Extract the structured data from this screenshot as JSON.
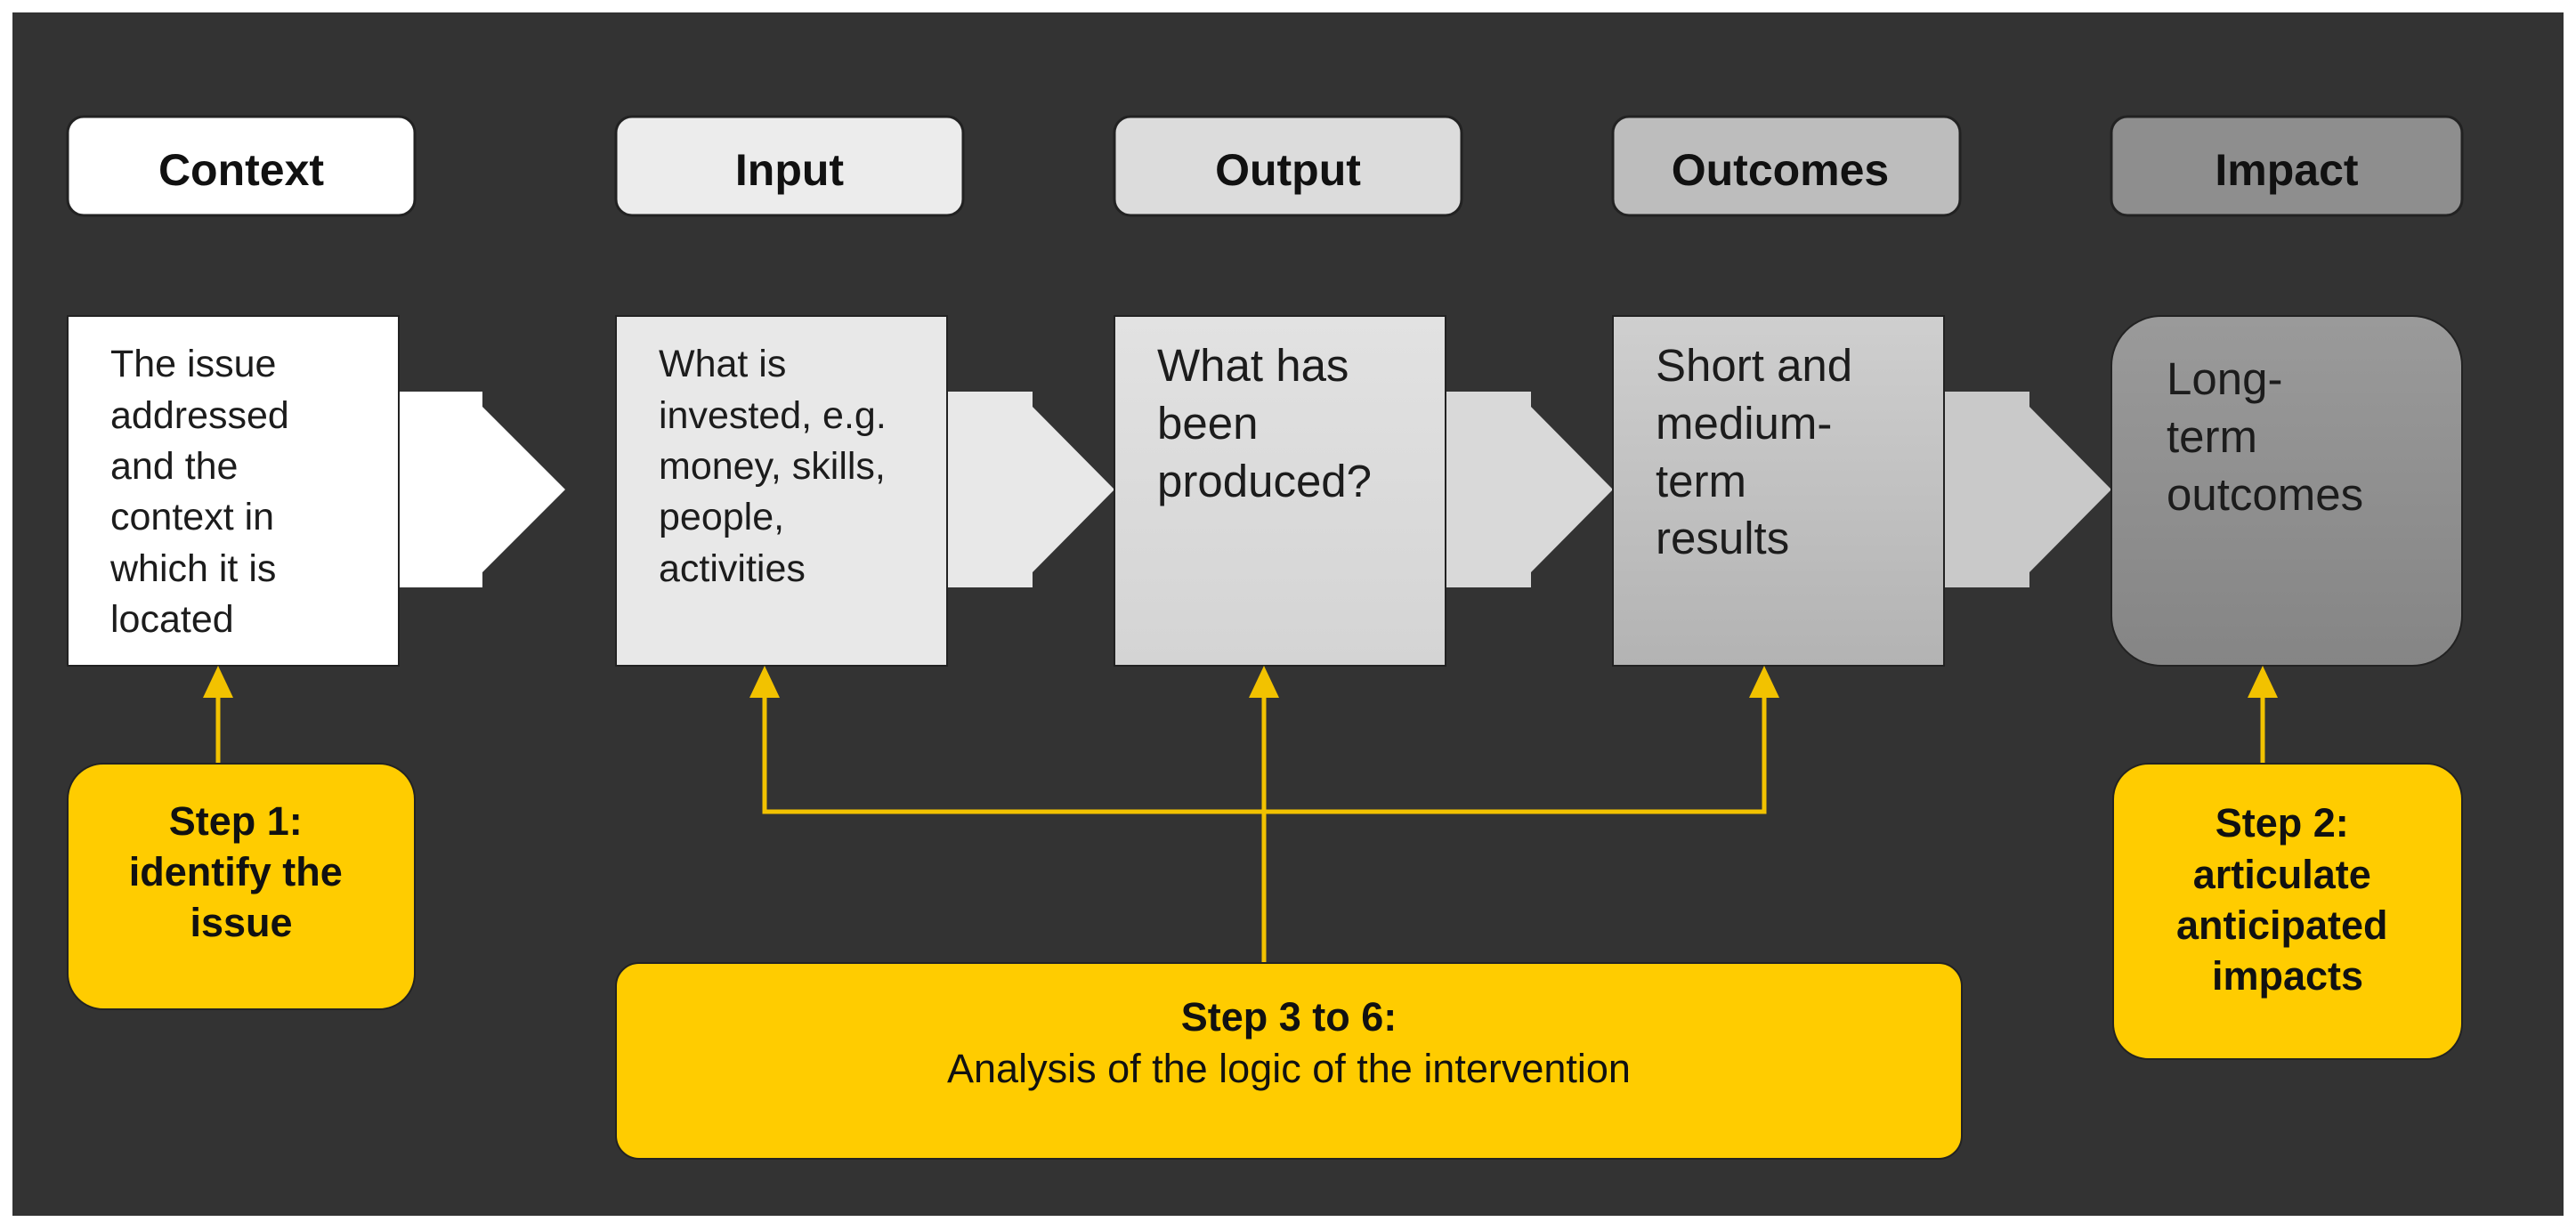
{
  "diagram": {
    "headers": {
      "context": "Context",
      "input": "Input",
      "output": "Output",
      "outcomes": "Outcomes",
      "impact": "Impact"
    },
    "boxes": {
      "context": [
        "The issue",
        "addressed",
        "and the",
        "context in",
        "which it is",
        "located"
      ],
      "input": [
        "What is",
        "invested, e.g.",
        "money, skills,",
        "people,",
        "activities"
      ],
      "output": [
        "What has",
        "been",
        "produced?"
      ],
      "outcomes": [
        "Short and",
        "medium-",
        "term",
        "results"
      ],
      "impact": [
        "Long-",
        "term",
        "outcomes"
      ]
    },
    "steps": {
      "step1": [
        "Step 1:",
        "identify the",
        "issue"
      ],
      "step2": [
        "Step 2:",
        "articulate",
        "anticipated",
        "impacts"
      ],
      "step3_title": "Step 3 to 6:",
      "step3_desc": "Analysis of the logic of the intervention"
    },
    "colors": {
      "background": "#333333",
      "context": "#ffffff",
      "input": "#e6e6e6",
      "output": "#d9d9d9",
      "outcomes": "#bfbfbf",
      "impact": "#8c8c8c",
      "step": "#ffcc00",
      "connector": "#f2c200"
    }
  }
}
